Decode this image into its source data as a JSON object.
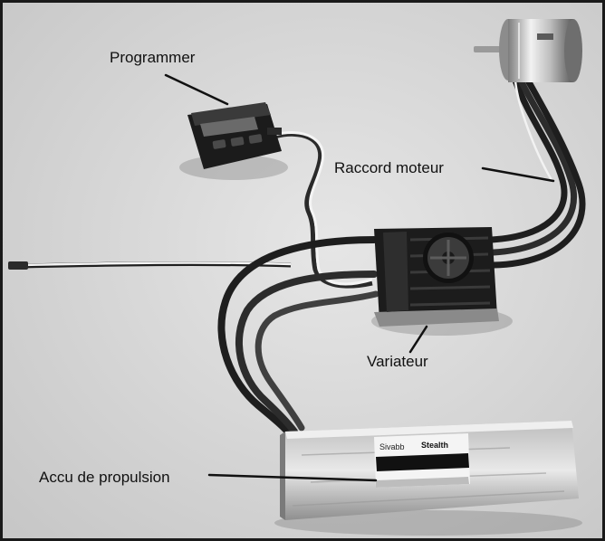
{
  "labels": {
    "programmer": "Programmer",
    "raccord_moteur": "Raccord moteur",
    "variateur": "Variateur",
    "accu": "Accu de propulsion"
  },
  "battery_sticker": {
    "brand_left": "Sivabb",
    "brand_right": "Stealth"
  },
  "colors": {
    "frame": "#1a1a1a",
    "background": "#dcdcdc",
    "label_text": "#111111",
    "cable_dark": "#2a2a2a",
    "cable_light": "#f2f2f2"
  }
}
